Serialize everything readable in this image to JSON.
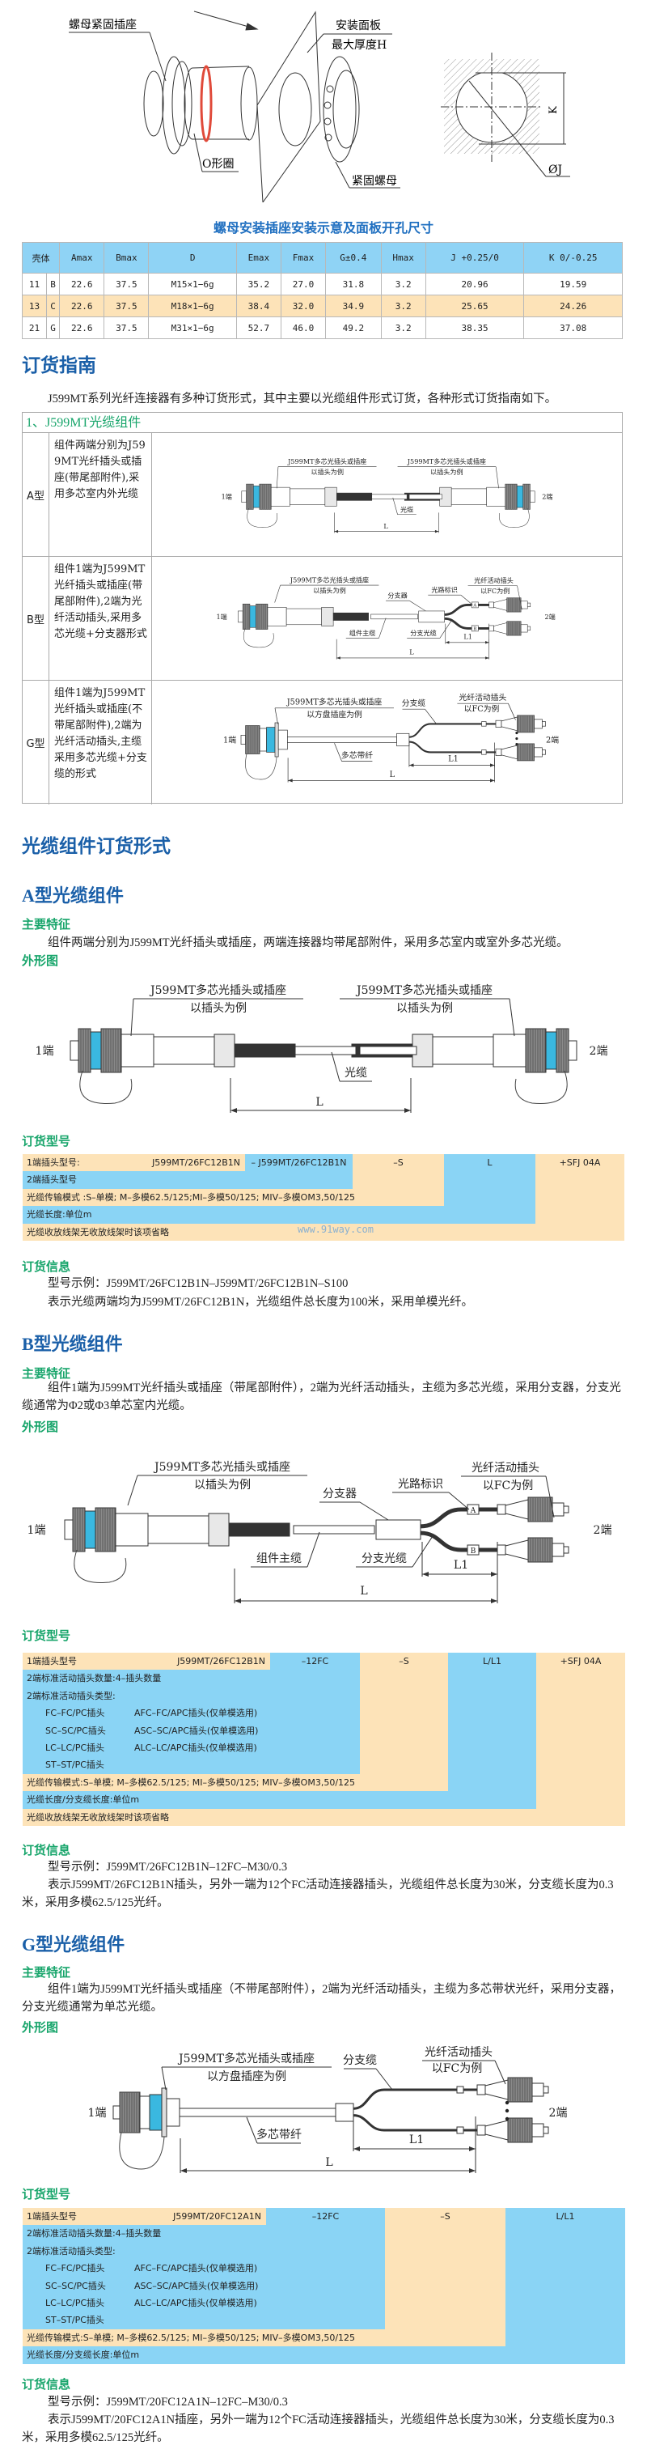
{
  "install_diagram": {
    "labels": {
      "nut_socket": "螺母紧固插座",
      "panel": "安装面板",
      "max_thickness": "最大厚度H",
      "o_ring": "O形圈",
      "lock_nut": "紧固螺母",
      "k": "K",
      "j": "ØJ"
    },
    "caption": "螺母安装插座安装示意及面板开孔尺寸"
  },
  "dim_table": {
    "headers": [
      "壳体",
      "Amax",
      "Bmax",
      "D",
      "Emax",
      "Fmax",
      "G±0.4",
      "Hmax",
      "J +0.25/0",
      "K 0/-0.25"
    ],
    "rows": [
      [
        "11",
        "B",
        "22.6",
        "37.5",
        "M15×1−6g",
        "35.2",
        "27.0",
        "31.8",
        "3.2",
        "20.96",
        "19.59"
      ],
      [
        "13",
        "C",
        "22.6",
        "37.5",
        "M18×1−6g",
        "38.4",
        "32.0",
        "34.9",
        "3.2",
        "25.65",
        "24.26"
      ],
      [
        "21",
        "G",
        "22.6",
        "37.5",
        "M31×1−6g",
        "52.7",
        "46.0",
        "49.2",
        "3.2",
        "38.35",
        "37.08"
      ]
    ]
  },
  "guide": {
    "title": "订货指南",
    "intro": "J599MT系列光纤连接器有多种订货形式，其中主要以光缆组件形式订货，各种形式订货指南如下。",
    "box_header": "1、J599MT光缆组件",
    "rows": [
      {
        "type": "A型",
        "desc": "组件两端分别为J599MT光纤插头或插座(带尾部附件),采用多芯室内外光缆"
      },
      {
        "type": "B型",
        "desc": "组件1端为J599MT光纤插头或插座(带尾部附件),2端为光纤活动插头,采用多芯光缆+分支器形式"
      },
      {
        "type": "G型",
        "desc": "组件1端为J599MT光纤插头或插座(不带尾部附件),2端为光纤活动插头,主缆采用多芯光缆+分支缆的形式"
      }
    ]
  },
  "diag": {
    "end1": "1端",
    "end2": "2端",
    "plug_label": "J599MT多芯光插头或插座",
    "plug_example": "以插头为例",
    "square_example": "以方盘插座为例",
    "cable": "光缆",
    "L": "L",
    "L1": "L1",
    "splitter": "分支器",
    "path_mark": "光路标识",
    "fiber_plug": "光纤活动插头",
    "fc_example": "以FC为例",
    "main_cable": "组件主缆",
    "branch_cable": "分支光缆",
    "branch": "分支缆",
    "ribbon": "多芯带纤",
    "mark_a": "A",
    "mark_b": "B"
  },
  "section_title": "光缆组件订货形式",
  "labels": {
    "features": "主要特征",
    "outline": "外形图",
    "order_model": "订货型号",
    "order_info": "订货信息"
  },
  "watermark": "www.91way.com",
  "typeA": {
    "title": "A型光缆组件",
    "feature": "组件两端分别为J599MT光纤插头或插座，两端连接器均带尾部附件，采用多芯室内或室外多芯光缆。",
    "table": [
      {
        "label": "1端插头型号:",
        "value": "J599MT/26FC12B1N",
        "color": "o"
      },
      {
        "value": "– J599MT/26FC12B1N",
        "color": "b",
        "labels": [
          "2端插头型号"
        ]
      },
      {
        "value": "–S",
        "color": "o",
        "labels": [
          "光缆传输模式 :S–单模; M–多模62.5/125;MI–多模50/125; MIV–多模OM3,50/125"
        ]
      },
      {
        "value": "L",
        "color": "b",
        "labels": [
          "光缆长度:单位m"
        ]
      },
      {
        "value": "+SFJ 04A",
        "color": "o",
        "labels": [
          "光缆收放线架无收放线架时该项省略"
        ]
      }
    ],
    "example": "型号示例：J599MT/26FC12B1N–J599MT/26FC12B1N–S100",
    "explain": "表示光缆两端均为J599MT/26FC12B1N，光缆组件总长度为100米，采用单模光纤。"
  },
  "typeB": {
    "title": "B型光缆组件",
    "feature": "组件1端为J599MT光纤插头或插座（带尾部附件），2端为光纤活动插头，主缆为多芯光缆，采用分支器，分支光缆通常为Φ2或Φ3单芯室内光缆。",
    "table": [
      {
        "label": "1端插头型号",
        "value": "J599MT/26FC12B1N",
        "color": "o"
      },
      {
        "value": "–12FC",
        "color": "b",
        "labels": [
          "2端标准活动插头数量:4–插头数量",
          "2端标准活动插头类型:",
          [
            "FC–FC/PC插头",
            "AFC–FC/APC插头(仅单模选用)"
          ],
          [
            "SC–SC/PC插头",
            "ASC–SC/APC插头(仅单模选用)"
          ],
          [
            "LC–LC/PC插头",
            "ALC–LC/APC插头(仅单模选用)"
          ],
          [
            "ST–ST/PC插头",
            ""
          ]
        ]
      },
      {
        "value": "–S",
        "color": "o",
        "labels": [
          "光缆传输模式:S–单模; M–多模62.5/125; MI–多模50/125; MIV–多模OM3,50/125"
        ]
      },
      {
        "value": "L/L1",
        "color": "b",
        "labels": [
          "光缆长度/分支缆长度:单位m"
        ]
      },
      {
        "value": "+SFJ 04A",
        "color": "o",
        "labels": [
          "光缆收放线架无收放线架时该项省略"
        ]
      }
    ],
    "example": "型号示例：J599MT/26FC12B1N–12FC–M30/0.3",
    "explain": "表示J599MT/26FC12B1N插头，另外一端为12个FC活动连接器插头，光缆组件总长度为30米，分支缆长度为0.3米，采用多模62.5/125光纤。"
  },
  "typeG": {
    "title": "G型光缆组件",
    "feature": "组件1端为J599MT光纤插头或插座（不带尾部附件），2端为光纤活动插头，主缆为多芯带状光纤，采用分支器，分支光缆通常为单芯光缆。",
    "table": [
      {
        "label": "1端插头型号",
        "value": "J599MT/20FC12A1N",
        "color": "o"
      },
      {
        "value": "–12FC",
        "color": "b",
        "labels": [
          "2端标准活动插头数量:4–插头数量",
          "2端标准活动插头类型:",
          [
            "FC–FC/PC插头",
            "AFC–FC/APC插头(仅单模选用)"
          ],
          [
            "SC–SC/PC插头",
            "ASC–SC/APC插头(仅单模选用)"
          ],
          [
            "LC–LC/PC插头",
            "ALC–LC/APC插头(仅单模选用)"
          ],
          [
            "ST–ST/PC插头",
            ""
          ]
        ]
      },
      {
        "value": "–S",
        "color": "o",
        "labels": [
          "光缆传输模式:S–单模; M–多模62.5/125; MI–多模50/125; MIV–多模OM3,50/125"
        ]
      },
      {
        "value": "L/L1",
        "color": "b",
        "labels": [
          "光缆长度/分支缆长度:单位m"
        ]
      }
    ],
    "example": "型号示例：J599MT/20FC12A1N–12FC–M30/0.3",
    "explain": "表示J599MT/20FC12A1N插座，另外一端为12个FC活动连接器插头，光缆组件总长度为30米，分支缆长度为0.3米，采用多模62.5/125光纤。"
  },
  "colors": {
    "heading": "#1a5fa8",
    "green": "#18a56b",
    "orange": "#fde3b8",
    "blue": "#8ad4f5",
    "band": "#3ab8e0"
  }
}
